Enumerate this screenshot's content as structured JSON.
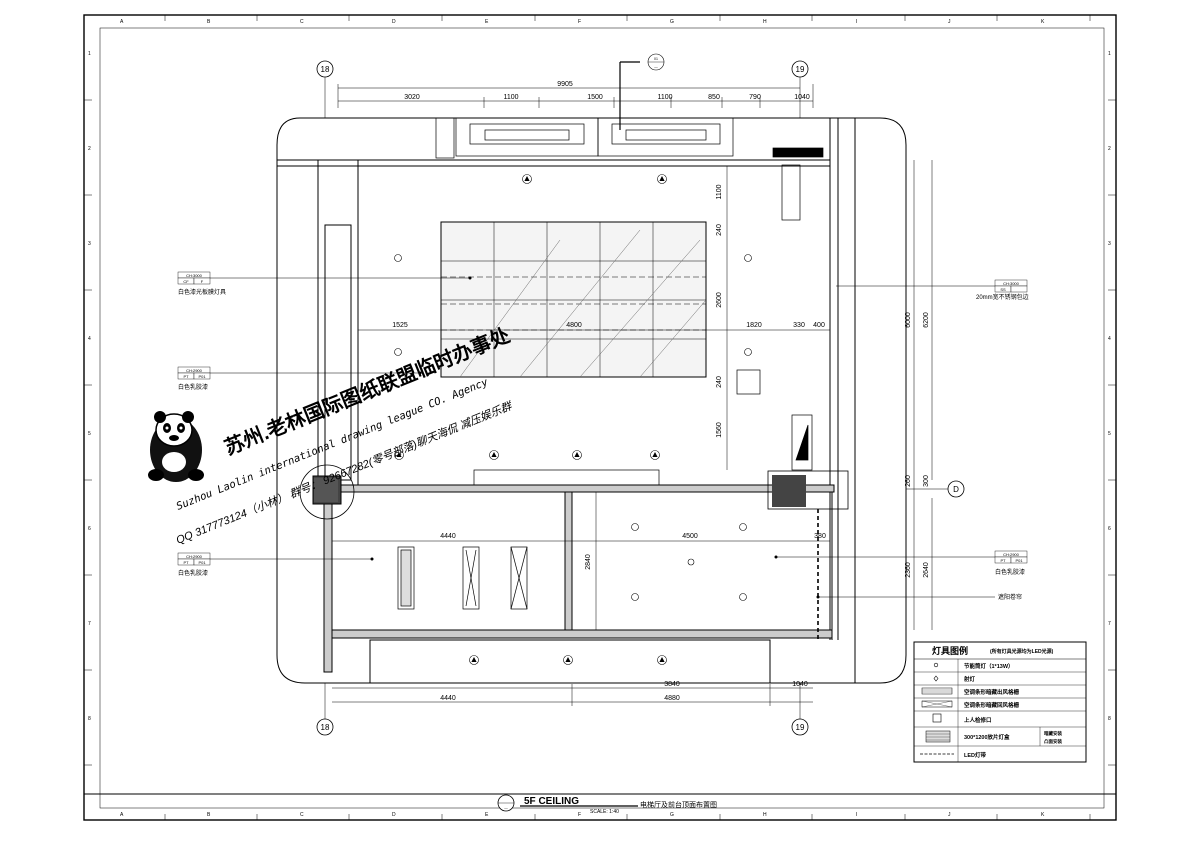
{
  "grid": {
    "columns": [
      "A",
      "B",
      "C",
      "D",
      "E",
      "F",
      "G",
      "H",
      "I",
      "J",
      "K"
    ],
    "rows": [
      "1",
      "2",
      "3",
      "4",
      "5",
      "6",
      "7",
      "8"
    ]
  },
  "axes": {
    "axis_18": "18",
    "axis_19": "19",
    "axis_d": "D"
  },
  "section_marker": {
    "top": "01",
    "bottom": "—"
  },
  "dimensions": {
    "top_total": "9905",
    "top_segments": [
      "3020",
      "1100",
      "1500",
      "1100",
      "850",
      "790",
      "1040"
    ],
    "mid_left": "1525",
    "mid_center": "4800",
    "mid_right": "1820",
    "mid_right2": "330",
    "mid_right3": "400",
    "lower_left": "4440",
    "lower_right": "4500",
    "lower_right2": "380",
    "bottom_left": "4440",
    "bottom_right1": "3840",
    "bottom_right2": "4880",
    "bottom_right3": "1040",
    "v_1100": "1100",
    "v_240a": "240",
    "v_2600": "2600",
    "v_240b": "240",
    "v_1560": "1560",
    "v_2840": "2840",
    "v_6000": "6000",
    "v_6200": "6200",
    "v_260": "260",
    "v_300": "300",
    "v_2360": "2360",
    "v_2640": "2640"
  },
  "labels": {
    "left_1": {
      "top": "CH:3000",
      "code1": "CF",
      "code2": "F",
      "text": "白色漆光板膜灯具"
    },
    "left_2": {
      "top": "CH:2900",
      "code1": "PT",
      "code2": "P01",
      "text": "白色乳胶漆"
    },
    "left_3": {
      "top": "CH:2900",
      "code1": "PT",
      "code2": "P01",
      "text": "白色乳胶漆"
    },
    "right_1": {
      "top": "CH:3000",
      "code1": "SS",
      "code2": "",
      "text": "20mm宽不锈钢包边"
    },
    "right_2": {
      "top": "CH:2900",
      "code1": "PT",
      "code2": "P01",
      "text": "白色乳胶漆"
    },
    "right_3": {
      "text": "遮阳卷帘"
    }
  },
  "legend": {
    "title": "灯具图例",
    "subtitle": "(所有灯具光源均为LED光源)",
    "items": [
      {
        "icon": "circle-icon",
        "label": "节能筒灯（1*13W）"
      },
      {
        "icon": "diamond-icon",
        "label": "射灯"
      },
      {
        "icon": "supply-grille-icon",
        "label": "空调条形暗藏出风格栅"
      },
      {
        "icon": "return-grille-icon",
        "label": "空调条形暗藏回风格栅"
      },
      {
        "icon": "access-hatch-icon",
        "label": "上人检修口"
      },
      {
        "icon": "panel-light-icon",
        "label": "300*1200放片灯盒",
        "note1": "暗藏安装",
        "note2": "凸面安装"
      },
      {
        "icon": "led-strip-icon",
        "label": "LED灯带"
      }
    ]
  },
  "title_block": {
    "marker": "—",
    "title": "5F    CEILING",
    "scale": "SCALE: 1:40",
    "cn_title": "电梯厅及前台顶面布置图"
  },
  "watermark": {
    "line1": "苏州.老林国际图纸联盟临时办事处",
    "line2": "Suzhou Laolin international drawing league CO. Agency",
    "line3": "QQ 317773124（小林）  群号：  92667282(零号部落)聊天海侃 减压娱乐群"
  }
}
